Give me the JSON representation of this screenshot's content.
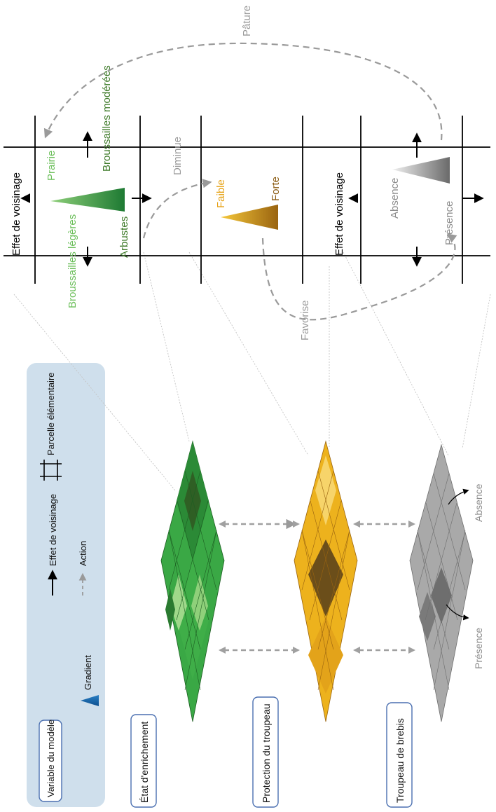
{
  "legend": {
    "variable_label": "Variable du modèle",
    "gradient_label": "Gradient",
    "neighbourhood_label": "Effet de voisinage",
    "action_label": "Action",
    "parcel_label": "Parcelle élémentaire"
  },
  "layers": {
    "enrichment": "État d'enrichement",
    "protection": "Protection du troupeau",
    "flock": "Troupeau de brebis"
  },
  "flock_grid": {
    "presence": "Présence",
    "absence": "Absence"
  },
  "panels": {
    "neighbour_effect_top": "Effet de voisinage",
    "neighbour_effect_bottom": "Effet de voisinage",
    "enrichment": {
      "prairie": "Prairie",
      "broussailles_legeres": "Broussailles légères",
      "broussailles_moderees": "Broussailles modérées",
      "arbustes": "Arbustes"
    },
    "protection": {
      "faible": "Faible",
      "forte": "Forte"
    },
    "flock": {
      "absence": "Absence",
      "presence": "Présence"
    }
  },
  "actions": {
    "pature": "Pâture",
    "diminue": "Diminue",
    "favorise": "Favorise"
  },
  "colors": {
    "legend_bg": "#cfdfec",
    "box_border": "#4a6fb0",
    "green_light": "#7ccd6a",
    "green_dark": "#1e7a33",
    "gold_light": "#f7c945",
    "gold_dark": "#9a6410",
    "grey_light": "#bdbdbd",
    "grey_dark": "#6e6e6e",
    "text_green_light": "#6cbf5b",
    "text_green_dark": "#3d7a28",
    "text_gold": "#e6a010",
    "text_gold_dark": "#8a5a10",
    "text_grey": "#8c8c8c",
    "action_grey": "#9a9a9a"
  }
}
